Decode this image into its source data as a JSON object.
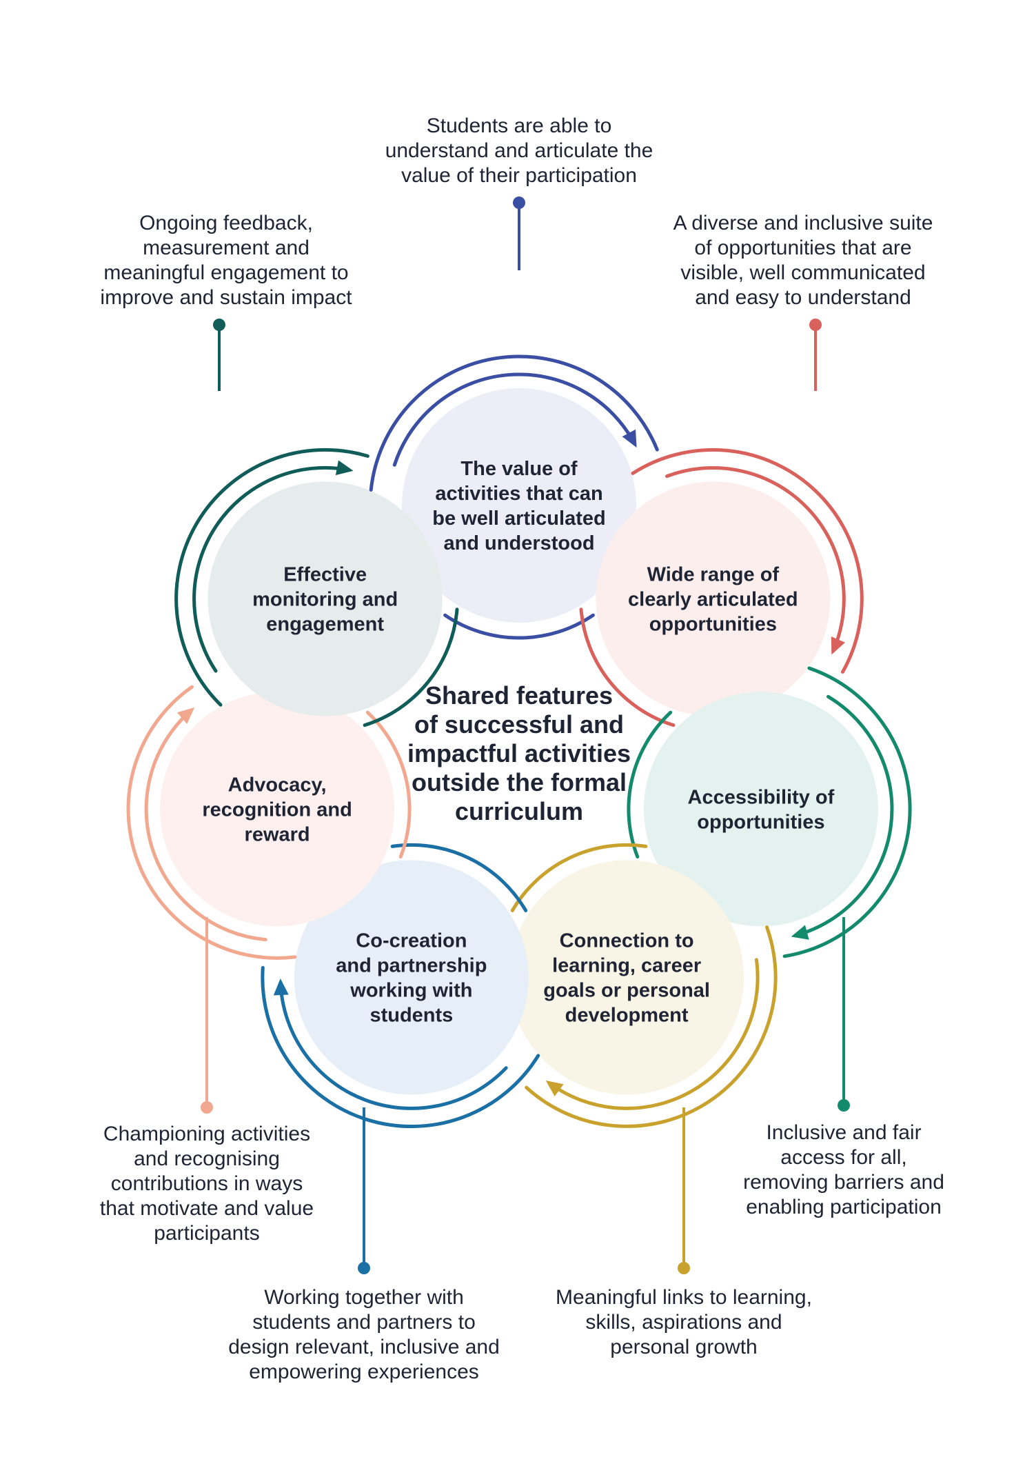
{
  "center": {
    "lines": [
      "Shared features",
      "of successful and",
      "impactful activities",
      "outside the formal",
      "curriculum"
    ]
  },
  "features": [
    {
      "id": "value",
      "color": "#3a4ea3",
      "fill": "#ecedf6",
      "circle_lines": [
        "The value of",
        "activities that can",
        "be well articulated",
        "and understood"
      ],
      "desc_lines": [
        "Students are able to",
        "understand and articulate the",
        "value of their participation"
      ]
    },
    {
      "id": "range",
      "color": "#d9615c",
      "fill": "#fbeeec",
      "circle_lines": [
        "Wide range of",
        "clearly articulated",
        "opportunities"
      ],
      "desc_lines": [
        "A diverse and inclusive suite",
        "of opportunities that are",
        "visible, well communicated",
        "and easy to understand"
      ]
    },
    {
      "id": "accessibility",
      "color": "#148a6d",
      "fill": "#e4f2ef",
      "circle_lines": [
        "Accessibility of",
        "opportunities"
      ],
      "desc_lines": [
        "Inclusive and fair",
        "access for all,",
        "removing barriers and",
        "enabling participation"
      ]
    },
    {
      "id": "connection",
      "color": "#c9a22e",
      "fill": "#f8f4e6",
      "circle_lines": [
        "Connection to",
        "learning, career",
        "goals or personal",
        "development"
      ],
      "desc_lines": [
        "Meaningful links to learning,",
        "skills, aspirations and",
        "personal growth"
      ]
    },
    {
      "id": "cocreation",
      "color": "#1a6fa5",
      "fill": "#e6eff7",
      "circle_lines": [
        "Co-creation",
        "and partnership",
        "working with",
        "students"
      ],
      "desc_lines": [
        "Working together with",
        "students and partners to",
        "design relevant, inclusive and",
        "empowering experiences"
      ]
    },
    {
      "id": "advocacy",
      "color": "#f2a78f",
      "fill": "#fdf0ef",
      "circle_lines": [
        "Advocacy,",
        "recognition and",
        "reward"
      ],
      "desc_lines": [
        "Championing activities",
        "and recognising",
        "contributions in ways",
        "that motivate and value",
        "participants"
      ]
    },
    {
      "id": "monitoring",
      "color": "#0f5c58",
      "fill": "#e5eceb",
      "circle_lines": [
        "Effective",
        "monitoring and",
        "engagement"
      ],
      "desc_lines": [
        "Ongoing feedback,",
        "measurement and",
        "meaningful engagement to",
        "improve and sustain impact"
      ]
    }
  ]
}
